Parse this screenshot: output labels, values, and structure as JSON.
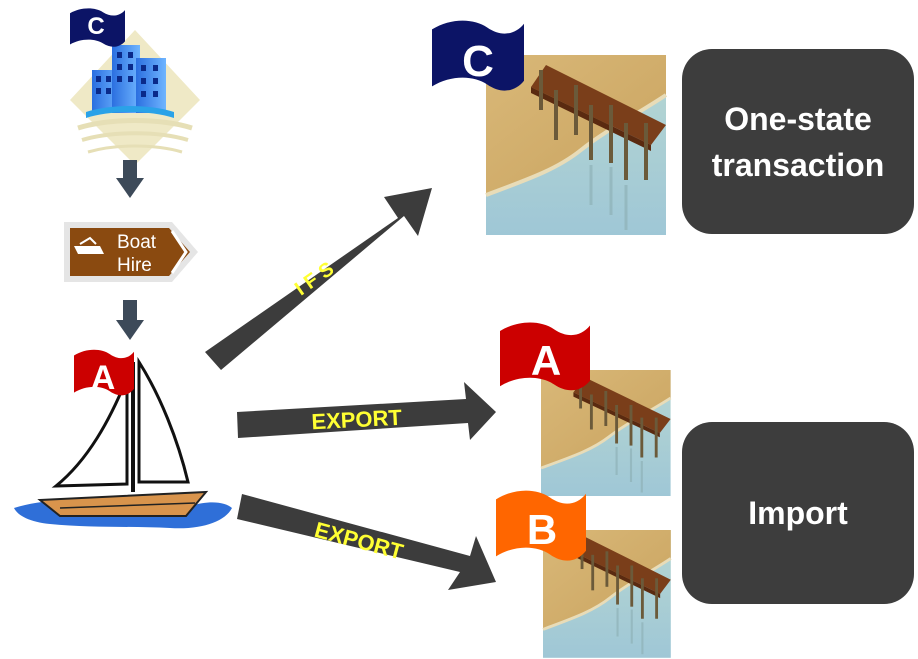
{
  "flags": {
    "origin": "C",
    "destination_c": "C",
    "boat": "A",
    "destination_a": "A",
    "destination_b": "B"
  },
  "sign": {
    "line1": "Boat",
    "line2": "Hire"
  },
  "arrows": {
    "ifs": "I F S",
    "export_a": "EXPORT",
    "export_b": "EXPORT"
  },
  "boxes": {
    "one_state_line1": "One-state",
    "one_state_line2": "transaction",
    "import": "Import"
  },
  "colors": {
    "flag_navy": "#0c1466",
    "flag_red": "#cc0000",
    "flag_orange": "#ff6600",
    "arrow_dark": "#3c3c3c",
    "box_dark": "#3d3d3d",
    "arrow_label": "#ffff33",
    "sign_brown": "#8a4a10"
  },
  "icons": {
    "origin": "office-building-icon",
    "sign": "boat-hire-sign-icon",
    "boat": "sailboat-icon",
    "jetty": "jetty-icon"
  }
}
